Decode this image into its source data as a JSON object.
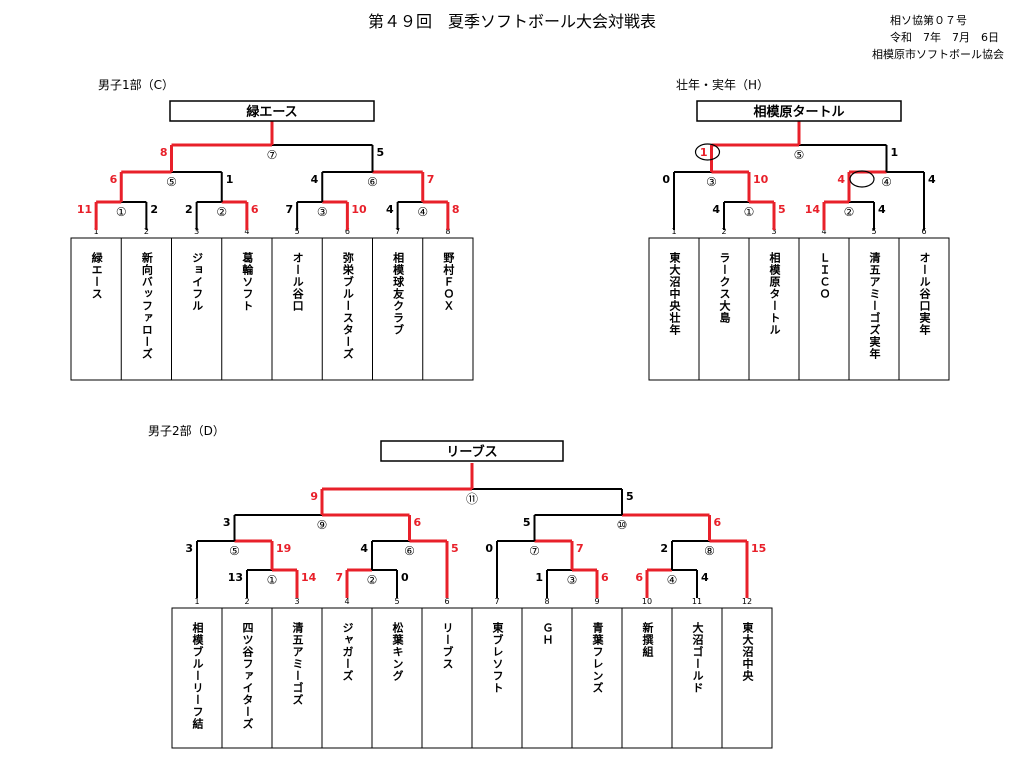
{
  "header": {
    "title": "第４９回　夏季ソフトボール大会対戦表",
    "doc_no": "相ソ協第０７号",
    "date": "令和　7年　7月　6日",
    "org": "相模原市ソフトボール協会"
  },
  "colors": {
    "winner_line": "#e8202a",
    "line": "#000000"
  },
  "bracket_c": {
    "label": "男子1部（C）",
    "champion": "緑エース",
    "teams": [
      "緑エース",
      "新向バッファローズ",
      "ジョイフル",
      "葛輪ソフト",
      "オール谷口",
      "弥栄ブルースターズ",
      "相模球友クラブ",
      "野村ＦＯＸ"
    ],
    "slots": [
      "1",
      "2",
      "3",
      "4",
      "5",
      "6",
      "7",
      "8"
    ],
    "games": [
      {
        "no": "①",
        "s1": "11",
        "s2": "2"
      },
      {
        "no": "②",
        "s1": "2",
        "s2": "6"
      },
      {
        "no": "③",
        "s1": "7",
        "s2": "10"
      },
      {
        "no": "④",
        "s1": "4",
        "s2": "8"
      },
      {
        "no": "⑤",
        "s1": "6",
        "s2": "1"
      },
      {
        "no": "⑥",
        "s1": "4",
        "s2": "7"
      },
      {
        "no": "⑦",
        "s1": "8",
        "s2": "5"
      }
    ]
  },
  "bracket_h": {
    "label": "壮年・実年（H）",
    "champion": "相模原タートル",
    "teams": [
      "東大沼中央壮年",
      "ラークス大島",
      "相模原タートル",
      "ＬＩＣＯ",
      "清五アミーゴズ実年",
      "オール谷口実年"
    ],
    "slots": [
      "1",
      "2",
      "3",
      "4",
      "5",
      "6"
    ],
    "games": [
      {
        "no": "①",
        "s1": "4",
        "s2": "5"
      },
      {
        "no": "②",
        "s1": "14",
        "s2": "4"
      },
      {
        "no": "③",
        "s1": "0",
        "s2": "10"
      },
      {
        "no": "④",
        "s1": "4",
        "s2": "4"
      },
      {
        "no": "⑤",
        "s1": "1",
        "s2": "1"
      }
    ]
  },
  "bracket_d": {
    "label": "男子2部（D）",
    "champion": "リーブス",
    "teams": [
      "相模ブルーリーフ結",
      "四ツ谷ファイターズ",
      "清五アミーゴズ",
      "ジャガーズ",
      "松葉キング",
      "リーブス",
      "東ブレソフト",
      "ＧＨ",
      "青葉フレンズ",
      "新撰組",
      "大沼ゴールド",
      "東大沼中央"
    ],
    "slots": [
      "1",
      "2",
      "3",
      "4",
      "5",
      "6",
      "7",
      "8",
      "9",
      "10",
      "11",
      "12"
    ],
    "games": [
      {
        "no": "①",
        "s1": "13",
        "s2": "14"
      },
      {
        "no": "②",
        "s1": "7",
        "s2": "0"
      },
      {
        "no": "③",
        "s1": "1",
        "s2": "6"
      },
      {
        "no": "④",
        "s1": "6",
        "s2": "4"
      },
      {
        "no": "⑤",
        "s1": "3",
        "s2": "19"
      },
      {
        "no": "⑥",
        "s1": "4",
        "s2": "5"
      },
      {
        "no": "⑦",
        "s1": "0",
        "s2": "7"
      },
      {
        "no": "⑧",
        "s1": "2",
        "s2": "15"
      },
      {
        "no": "⑨",
        "s1": "3",
        "s2": "6"
      },
      {
        "no": "⑩",
        "s1": "5",
        "s2": "6"
      },
      {
        "no": "⑪",
        "s1": "9",
        "s2": "5"
      }
    ]
  }
}
